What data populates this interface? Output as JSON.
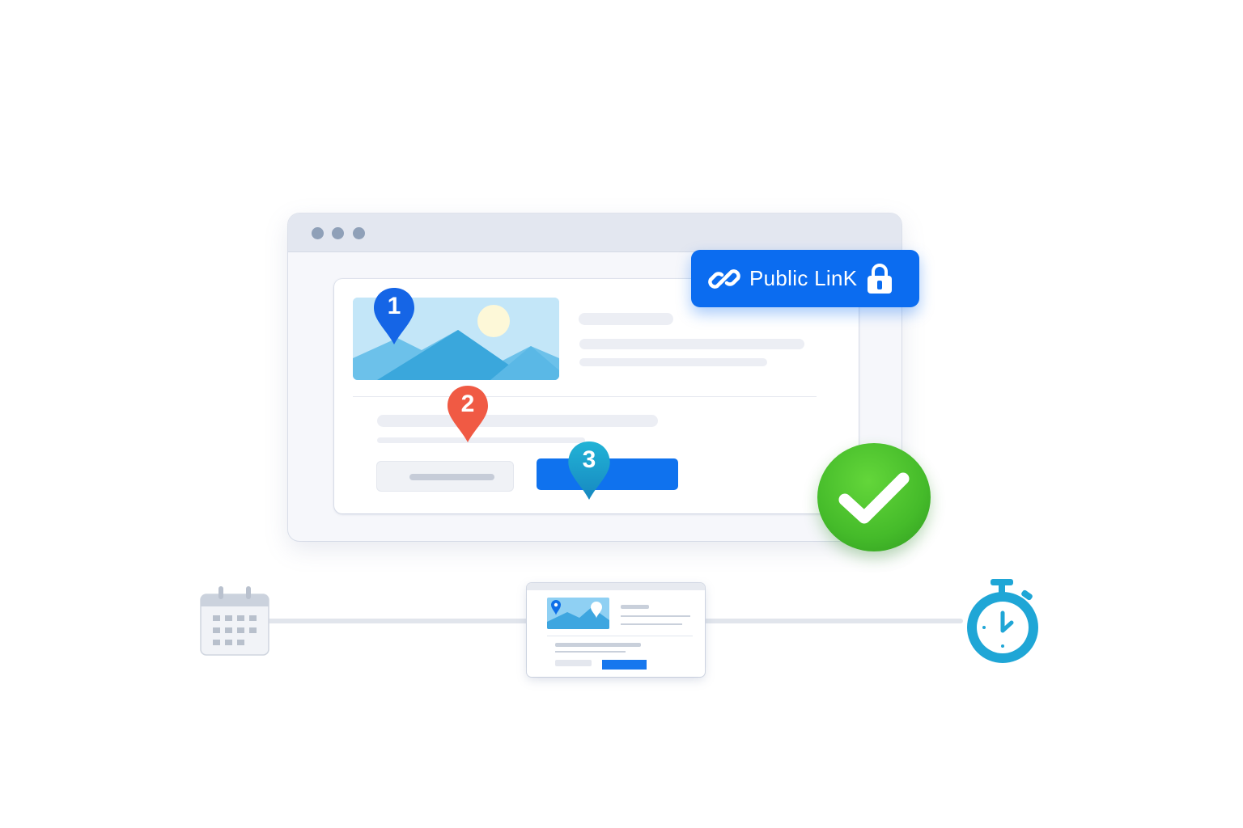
{
  "illustration": {
    "window": {
      "window_controls": [
        "dot",
        "dot",
        "dot"
      ],
      "card": {
        "image_placeholder": {
          "icon": "landscape-image-icon"
        },
        "pins": [
          {
            "label": "1",
            "color": "#1565e6"
          },
          {
            "label": "2",
            "color": "#f05a44"
          },
          {
            "label": "3",
            "color": "#1a9cc6"
          }
        ],
        "primary_button_color": "#0f72ee"
      }
    },
    "public_link": {
      "label": "Public LinK",
      "link_icon": "link-icon",
      "lock_icon": "lock-icon",
      "color": "#0b6cf0"
    },
    "success_badge": {
      "icon": "checkmark-icon",
      "color": "#45bb2a"
    },
    "timeline": {
      "start_icon": "calendar-icon",
      "middle": "page-preview-thumbnail",
      "end_icon": "stopwatch-icon",
      "end_icon_color": "#1fa6d6"
    }
  }
}
